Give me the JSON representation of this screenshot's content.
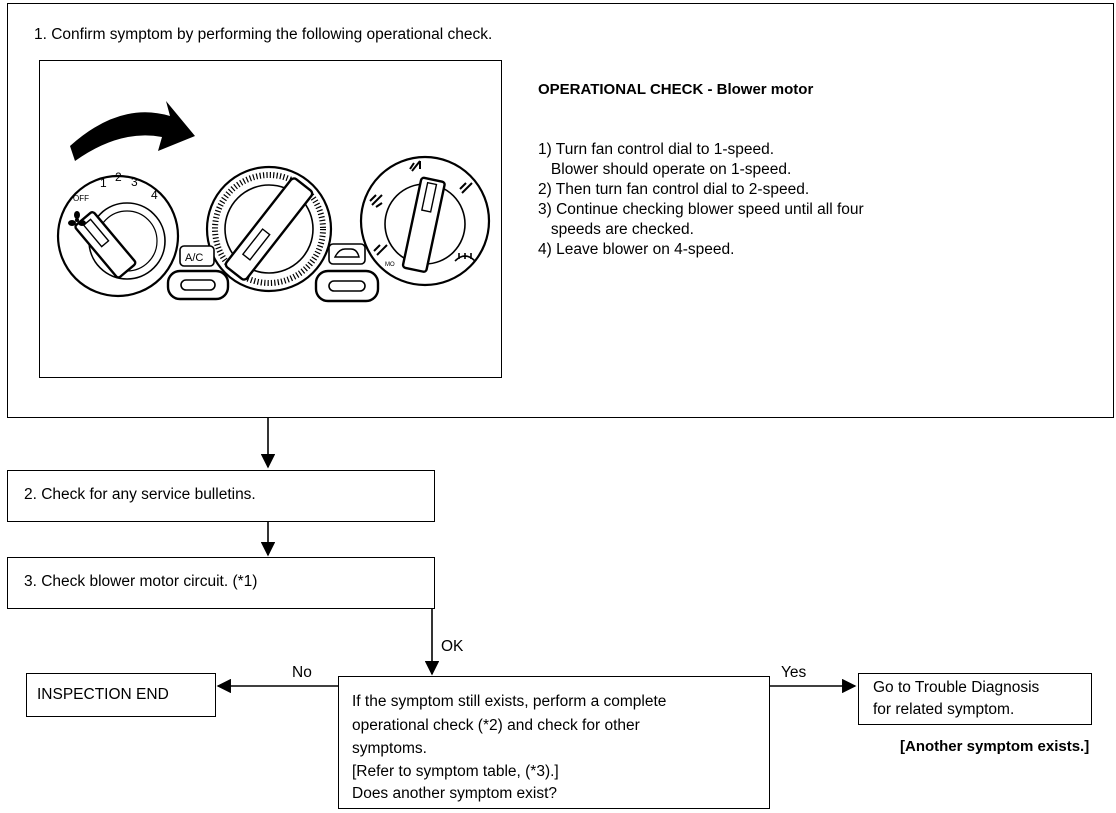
{
  "step1": {
    "label": "1. Confirm symptom by performing the following operational check.",
    "check_title": "OPERATIONAL CHECK - Blower motor",
    "check_lines": [
      "1) Turn fan control dial to 1-speed.",
      "   Blower should operate on 1-speed.",
      "2) Then turn fan control dial to 2-speed.",
      "3) Continue checking blower speed until all four",
      "   speeds are checked.",
      "4) Leave blower on 4-speed."
    ],
    "illustration": {
      "fan_dial_off": "OFF",
      "fan_dial_speeds": [
        "1",
        "2",
        "3",
        "4"
      ],
      "ac_button": "A/C",
      "mode_label": "MO"
    }
  },
  "step2": {
    "label": "2.  Check for any service bulletins."
  },
  "step3": {
    "label": "3.   Check blower motor circuit. (*1)"
  },
  "flow": {
    "ok_label": "OK",
    "no_label": "No",
    "yes_label": "Yes"
  },
  "end_box": {
    "label": "INSPECTION END"
  },
  "question_box": {
    "lines": [
      "If the symptom still exists, perform a complete",
      "operational check (*2) and check for other",
      "symptoms.",
      "[Refer to symptom table, (*3).]",
      "Does another symptom exist?"
    ]
  },
  "trouble_box": {
    "lines": [
      "Go to Trouble Diagnosis",
      "for related symptom."
    ],
    "note": "[Another symptom exists.]"
  }
}
